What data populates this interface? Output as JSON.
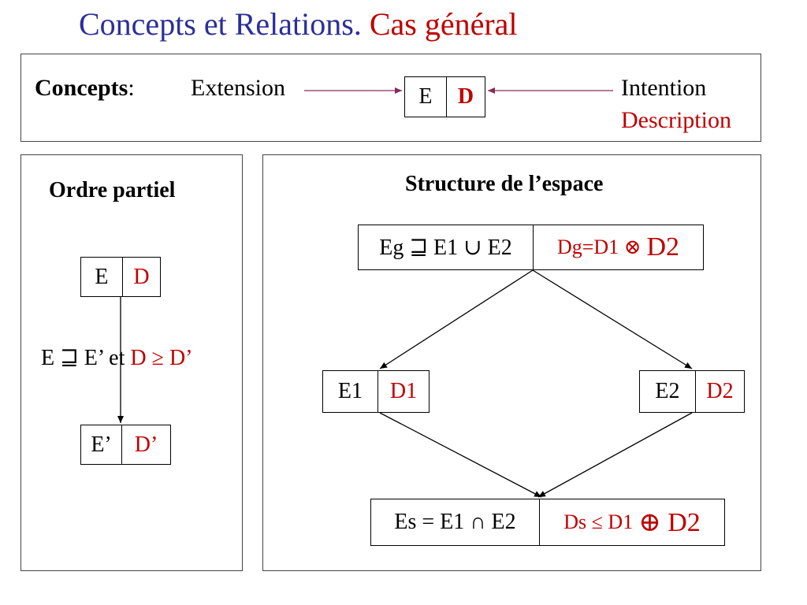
{
  "title": {
    "part1": "Concepts et Relations.",
    "part2": "Cas général"
  },
  "concepts": {
    "label": "Concepts",
    "colon": ":",
    "extension": "Extension",
    "intention": "Intention",
    "description": "Description",
    "box_e": "E",
    "box_d": "D"
  },
  "ordre": {
    "heading": "Ordre partiel",
    "top_e": "E",
    "top_d": "D",
    "relation_black": "E ⊒ E’ et",
    "relation_red": "D ≥ D’",
    "bottom_e": "E’",
    "bottom_d": "D’"
  },
  "structure": {
    "heading": "Structure de l’espace",
    "top_left": "Eg ⊒ E1 ∪ E2",
    "top_right_small": "Dg=D1 ⊗",
    "top_right_big": "D2",
    "left_e": "E1",
    "left_d": "D1",
    "right_e": "E2",
    "right_d": "D2",
    "bottom_left": "Es = E1 ∩ E2",
    "bottom_right_small": "Ds ≤ D1",
    "bottom_right_big": "⊕ D2"
  },
  "colors": {
    "title_blue": "#2b2f9a",
    "accent_red": "#c00000",
    "arrow_purple": "#8b2a5a"
  }
}
